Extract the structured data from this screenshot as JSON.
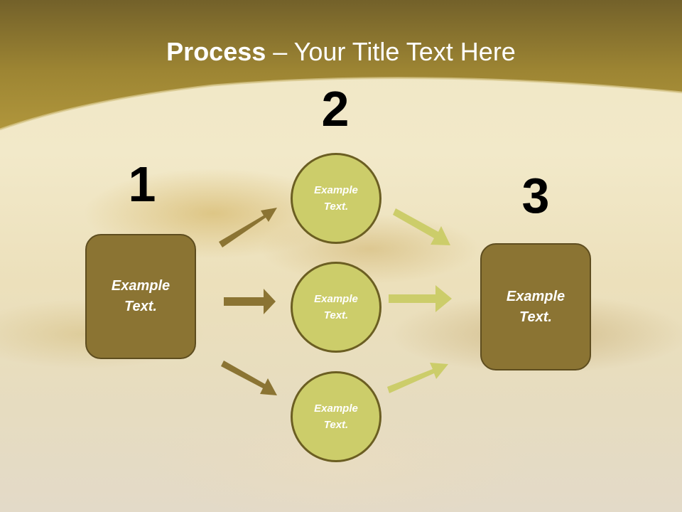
{
  "title": {
    "bold": "Process",
    "rest": " – Your Title Text Here"
  },
  "steps": {
    "one": {
      "number": "1",
      "text": "Example Text."
    },
    "two": {
      "number": "2"
    },
    "three": {
      "number": "3",
      "text": "Example Text."
    }
  },
  "circles": [
    {
      "text": "Example Text."
    },
    {
      "text": "Example Text."
    },
    {
      "text": "Example Text."
    }
  ],
  "colors": {
    "header_gold": "#8f7a2e",
    "box_fill": "#8b7433",
    "circle_fill": "#cccd6a",
    "arrow_dark": "#8b7433",
    "arrow_light": "#cccd6a"
  }
}
